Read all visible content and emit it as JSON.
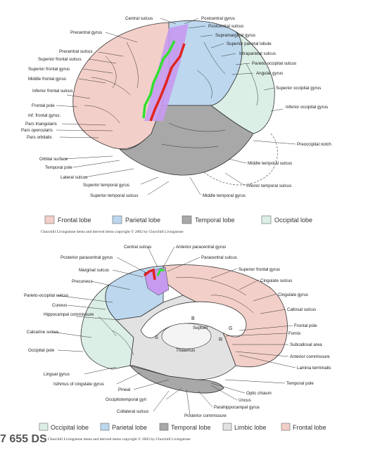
{
  "colors": {
    "frontal": "#f3cfc9",
    "parietal": "#bcd7ee",
    "temporal": "#a8a8a8",
    "occipital": "#dcefe6",
    "limbic": "#e2e2e2",
    "motor_highlight": "#c79af0",
    "precentral_line": "#33e02f",
    "postcentral_line": "#e0241f"
  },
  "lateral": {
    "labels_top": [
      "Central sulcus",
      "Postcentral gyrus",
      "Postcentral sulcus",
      "Supramarginal gyrus",
      "Superior parietal lobule",
      "Intraparietal sulcus",
      "Parieto-occipital sulcus",
      "Angular gyrus",
      "Superior occipital gyrus",
      "Inferior occipital gyrus"
    ],
    "labels_left": [
      "Precentral gyrus",
      "Precentral sulcus",
      "Superior frontal sulcus",
      "Superior frontal gyrus",
      "Middle frontal gyrus",
      "Inferior frontal sulcus",
      "Frontal pole",
      "Inf. frontal gyrus:",
      "Pars triangularis",
      "Pars opercularis",
      "Pars orbitalis",
      "Orbital surface",
      "Temporal pole",
      "Lateral sulcus"
    ],
    "labels_bottom": [
      "Superior temporal gyrus",
      "Superior temporal sulcus",
      "Middle temporal gyrus",
      "Inferior temporal sulcus",
      "Middle temporal sulcus",
      "Preoccipital notch"
    ]
  },
  "legend1": [
    "Frontal lobe",
    "Parietal lobe",
    "Temporal lobe",
    "Occipital lobe"
  ],
  "caption": "Churchill Livingstone items and derived items copyright © 2002 by Churchill Livingstone",
  "medial": {
    "labels_top": [
      "Central sulcus",
      "Anterior paracentral gyrus",
      "Posterior paracentral gyrus",
      "Paracentral sulcus",
      "Marginal sulcus",
      "Superior frontal gyrus",
      "Precuneus",
      "Cingulate sulcus",
      "Cingulate gyrus",
      "Parieto-occipital sulcus",
      "Callosal sulcus",
      "Cuneus",
      "Hippocampal commissure"
    ],
    "labels_left": [
      "Calcarine sulcus",
      "Occipital pole",
      "Lingual gyrus",
      "Isthmus of cingulate gyrus",
      "Pineal",
      "Occipitotemporal gyri",
      "Collateral sulcus"
    ],
    "labels_right": [
      "Frontal pole",
      "Fornix",
      "Subcallosal area",
      "Anterior commissure",
      "Lamina terminalis",
      "Temporal pole",
      "Optic chiasm",
      "Uncus",
      "Parahippocampal gyrus",
      "Posterior commissure"
    ],
    "inner": [
      "B",
      "G",
      "S",
      "R",
      "Septum",
      "Thalamus"
    ]
  },
  "legend2": [
    "Occipital lobe",
    "Parietal lobe",
    "Temporal lobe",
    "Limbic lobe",
    "Frontal lobe"
  ],
  "overlay_text": "7 655 DS"
}
